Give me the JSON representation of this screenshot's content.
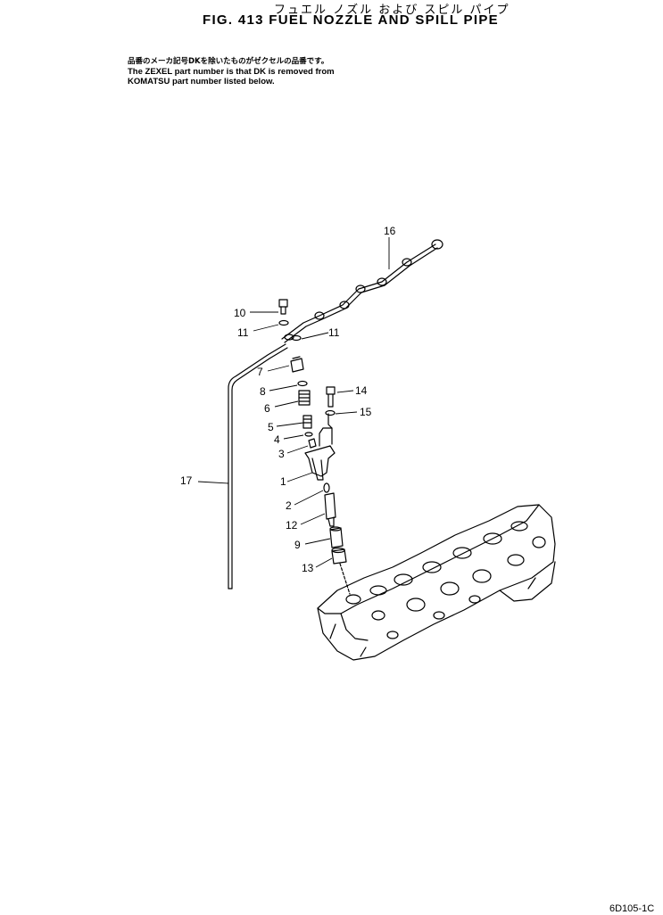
{
  "header": {
    "title_jp": "フュエル ノズル および スピル パイプ",
    "title": "FIG. 413   FUEL NOZZLE AND SPILL PIPE"
  },
  "note": {
    "line_jp": "品番のメーカ記号DKを除いたものがゼクセルの品番です。",
    "line_en_1": "The ZEXEL part number is that DK is removed from",
    "line_en_2": "KOMATSU part number listed below."
  },
  "callouts": {
    "c1": "1",
    "c2": "2",
    "c3": "3",
    "c4": "4",
    "c5": "5",
    "c6": "6",
    "c7": "7",
    "c8": "8",
    "c9": "9",
    "c10": "10",
    "c11a": "11",
    "c11b": "11",
    "c12": "12",
    "c13": "13",
    "c14": "14",
    "c15": "15",
    "c16": "16",
    "c17": "17"
  },
  "footer": {
    "code": "6D105-1C"
  }
}
